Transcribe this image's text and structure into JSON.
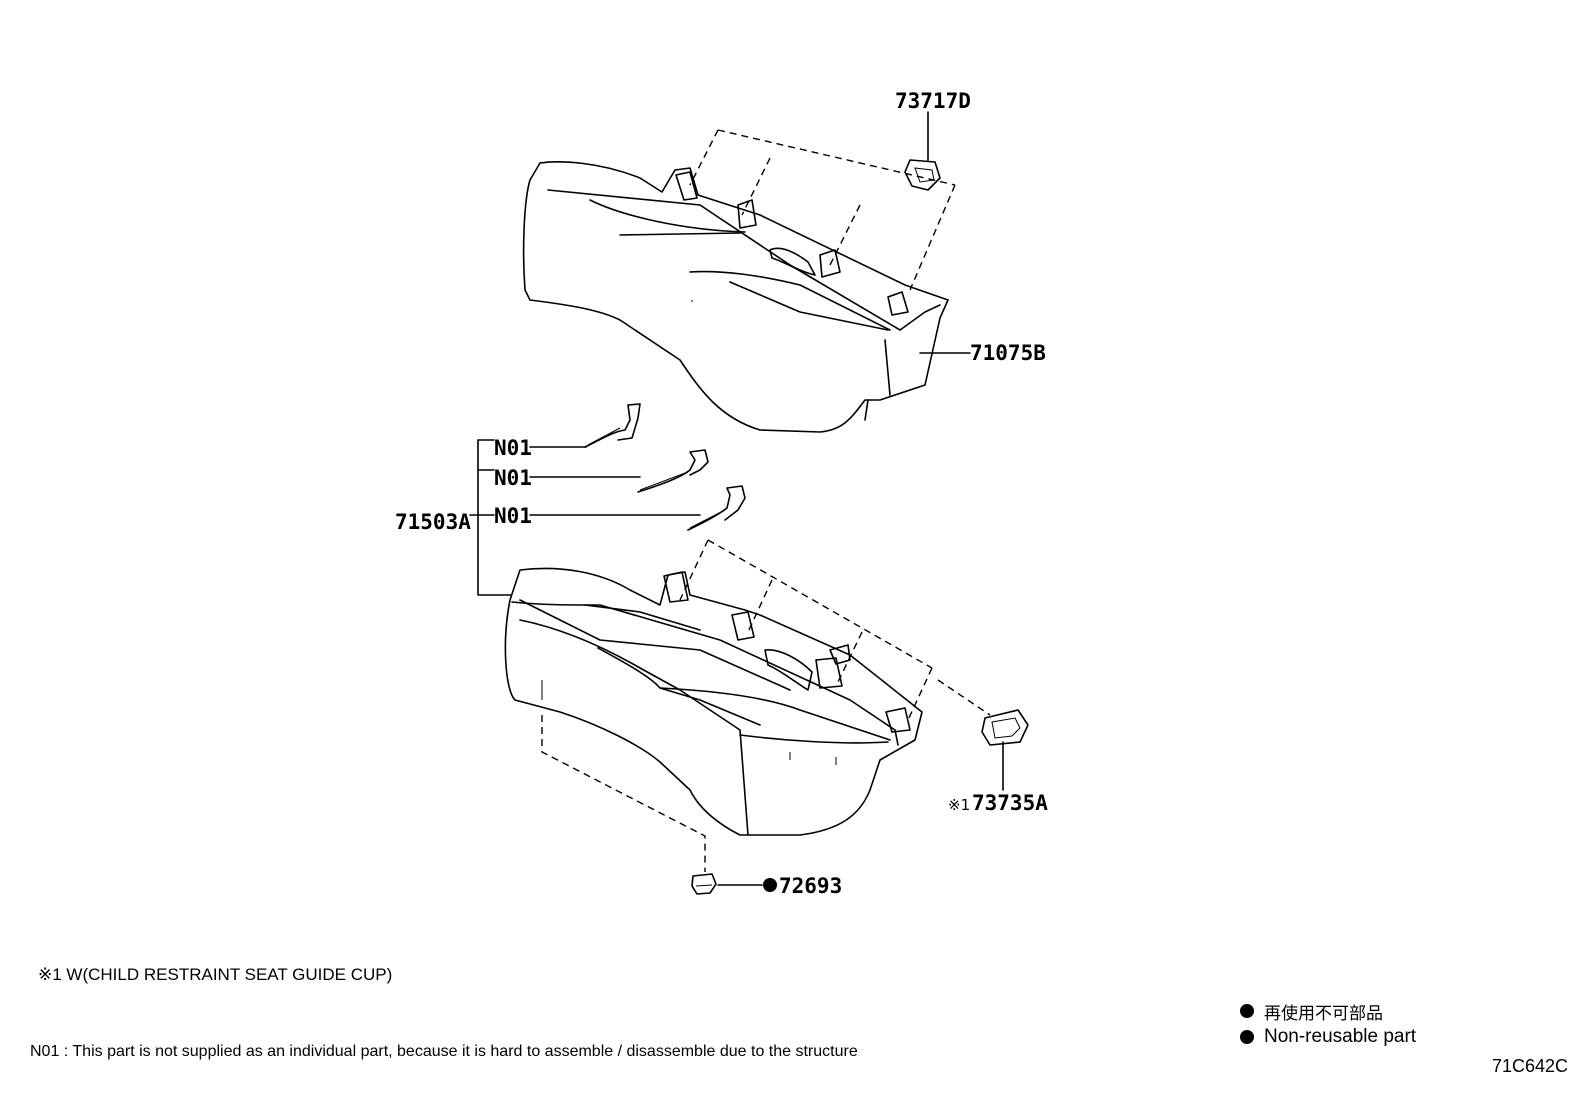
{
  "callouts": {
    "clip_top": "73717D",
    "seatback_cover": "71075B",
    "seat_cushion_assy": "71503A",
    "sub_part_1": "N01",
    "sub_part_2": "N01",
    "sub_part_3": "N01",
    "guide_cup_mark": "※1",
    "guide_cup": "73735A",
    "clip_bottom": "72693"
  },
  "footnotes": {
    "note_1": "※1 W(CHILD RESTRAINT SEAT GUIDE CUP)",
    "n01": "N01 : This part is not supplied as an individual part, because it is hard to assemble / disassemble due to the structure"
  },
  "legend": {
    "ja": "再使用不可部品",
    "en": "Non-reusable part"
  },
  "figure_id": "71C642C"
}
